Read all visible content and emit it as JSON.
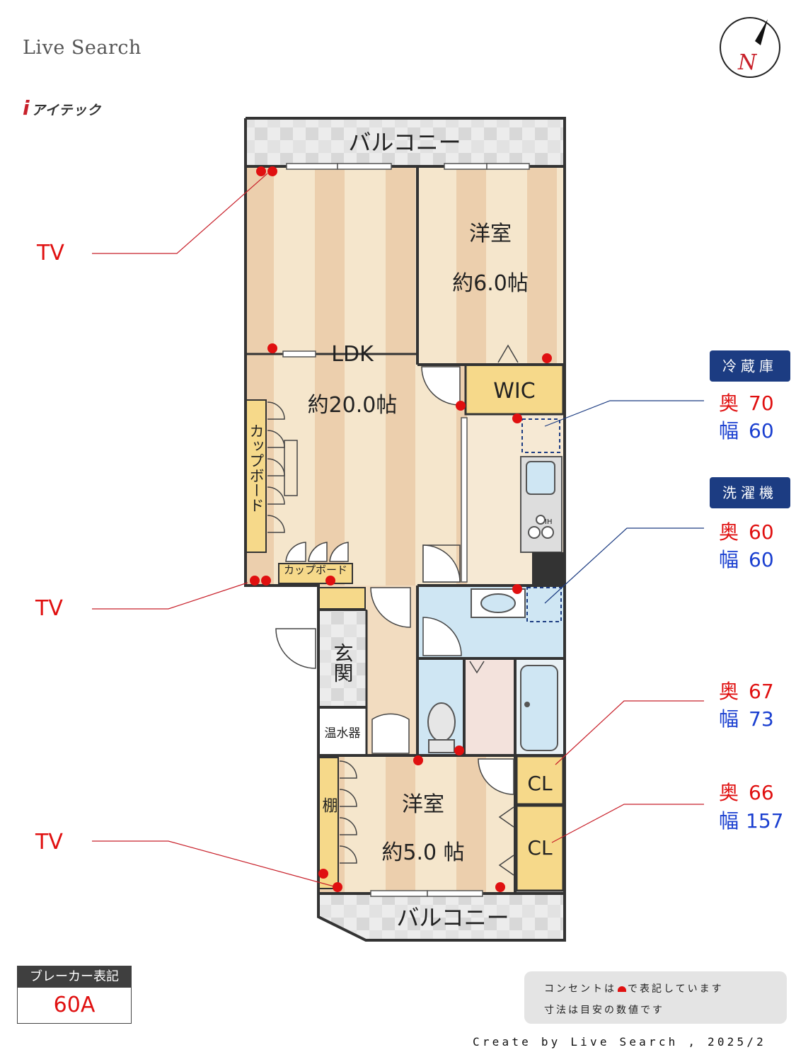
{
  "header": {
    "brand": "Live Search",
    "company": "アイテック",
    "company_mark": "i"
  },
  "compass": {
    "label": "N"
  },
  "rooms": {
    "balcony_top": "バルコニー",
    "balcony_bottom": "バルコニー",
    "western_room_1": "洋室",
    "western_room_1_size": "約6.0帖",
    "ldk": "LDK",
    "ldk_size": "約20.0帖",
    "wic": "WIC",
    "cupboard_vertical": "カップボード",
    "cupboard_small": "カップボード",
    "entrance": "玄関",
    "water_heater": "温水器",
    "shelf": "棚",
    "western_room_2": "洋室",
    "western_room_2_size": "約5.0 帖",
    "closet_1": "CL",
    "closet_2": "CL",
    "ih_label": "IH"
  },
  "tv_labels": [
    "TV",
    "TV",
    "TV"
  ],
  "specs": {
    "fridge": {
      "title": "冷蔵庫",
      "depth_key": "奥",
      "depth": "70",
      "width_key": "幅",
      "width": "60"
    },
    "washer": {
      "title": "洗濯機",
      "depth_key": "奥",
      "depth": "60",
      "width_key": "幅",
      "width": "60"
    },
    "closet_1": {
      "depth_key": "奥",
      "depth": "67",
      "width_key": "幅",
      "width": "73"
    },
    "closet_2": {
      "depth_key": "奥",
      "depth": "66",
      "width_key": "幅",
      "width": "157"
    }
  },
  "breaker": {
    "title": "ブレーカー表記",
    "value": "60A"
  },
  "note": {
    "line1_pre": "コンセントは",
    "line1_post": "で表記しています",
    "line2": "寸法は目安の数値です"
  },
  "footer": {
    "credit": "Create by Live Search , 2025/2"
  },
  "colors": {
    "outlet": "#e01010",
    "spec_header": "#1c3c82",
    "depth": "#e01010",
    "width": "#1a3fd0"
  }
}
